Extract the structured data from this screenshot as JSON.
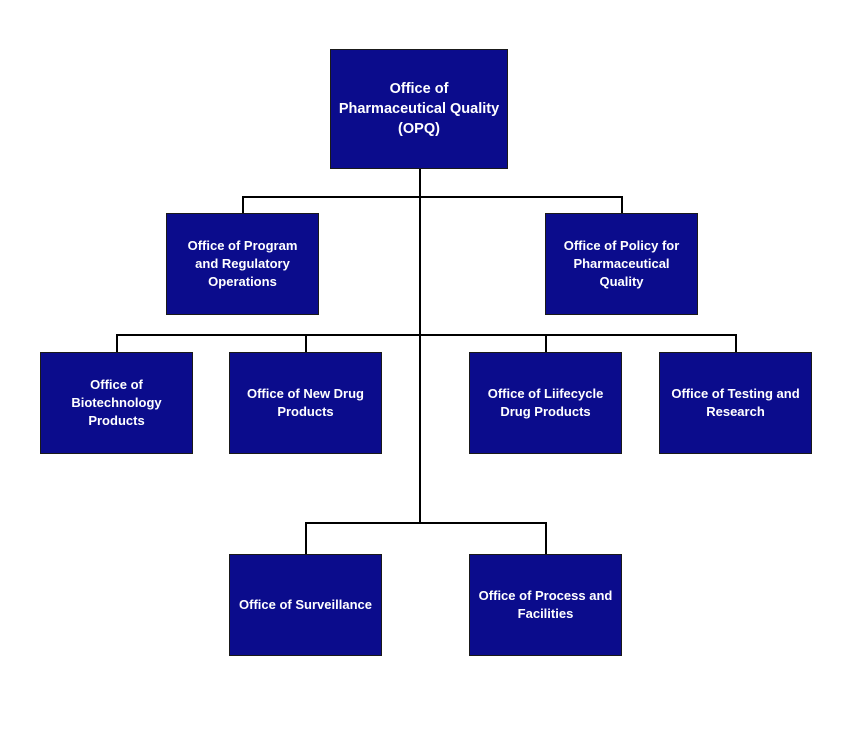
{
  "org_chart": {
    "root": {
      "label": "Office of\nPharmaceutical Quality\n(OPQ)"
    },
    "level1": [
      {
        "label": "Office of Program\nand Regulatory\nOperations"
      },
      {
        "label": "Office of Policy for\nPharmaceutical\nQuality"
      }
    ],
    "level2": [
      {
        "label": "Office of\nBiotechnology\nProducts"
      },
      {
        "label": "Office of New Drug\nProducts"
      },
      {
        "label": "Office of Liifecycle\nDrug Products"
      },
      {
        "label": "Office of Testing and\nResearch"
      }
    ],
    "level3": [
      {
        "label": "Office of Surveillance"
      },
      {
        "label": "Office of Process and\nFacilities"
      }
    ]
  },
  "colors": {
    "box_fill": "#0b0c8c",
    "box_text": "#ffffff",
    "connector": "#000000"
  }
}
